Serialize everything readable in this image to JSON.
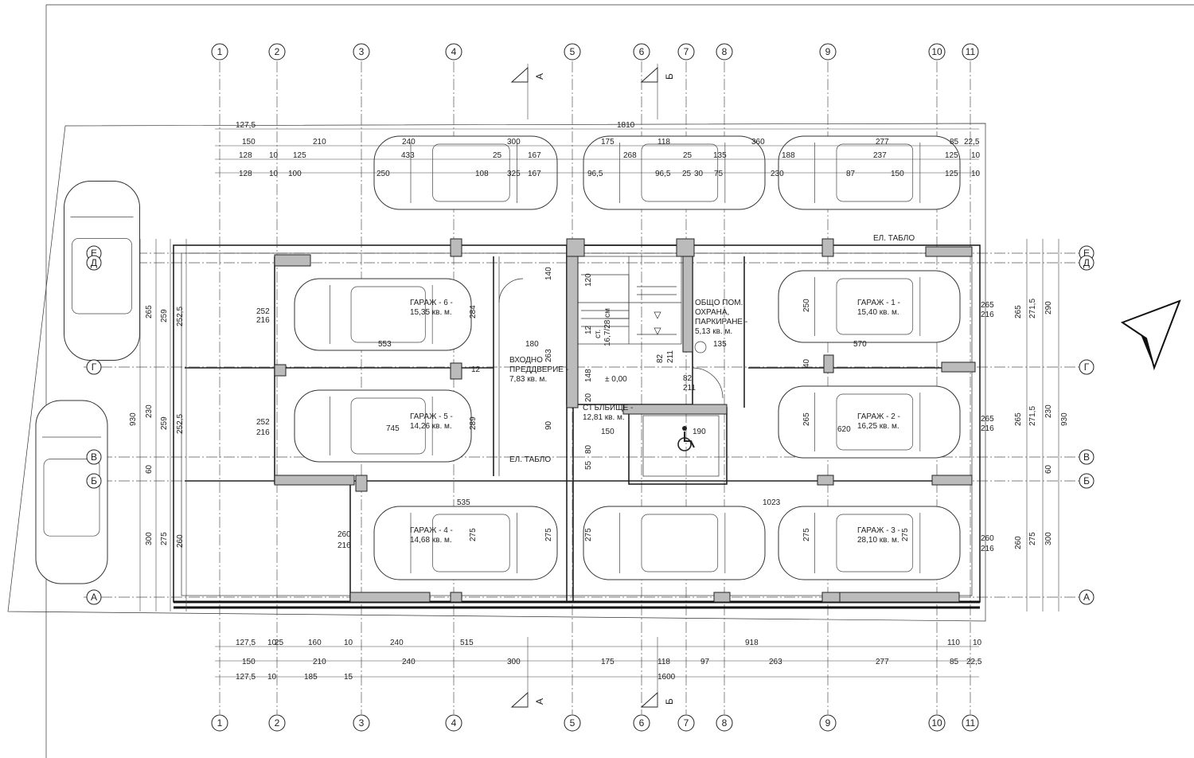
{
  "grid_columns": [
    "1",
    "2",
    "3",
    "4",
    "5",
    "6",
    "7",
    "8",
    "9",
    "10",
    "11"
  ],
  "grid_rows": [
    "Е",
    "Д",
    "Г",
    "В",
    "Б",
    "А"
  ],
  "section_marks": {
    "a": "А",
    "b": "Б"
  },
  "rooms": {
    "garage6": {
      "name": "ГАРАЖ - 6 -",
      "area": "15,35 кв. м."
    },
    "garage5": {
      "name": "ГАРАЖ - 5 -",
      "area": "14,26 кв. м."
    },
    "garage4": {
      "name": "ГАРАЖ - 4 -",
      "area": "14,68 кв. м."
    },
    "garage3": {
      "name": "ГАРАЖ - 3 -",
      "area": "28,10 кв. м."
    },
    "garage2": {
      "name": "ГАРАЖ - 2 -",
      "area": "16,25 кв. м."
    },
    "garage1": {
      "name": "ГАРАЖ - 1 -",
      "area": "15,40 кв. м."
    },
    "entrance": {
      "l1": "ВХОДНО",
      "l2": "ПРЕДДВЕРИЕ -",
      "area": "7,83 кв. м."
    },
    "common": {
      "l1": "ОБЩО ПОМ.",
      "l2": "ОХРАНА,",
      "l3": "ПАРКИРАНЕ -",
      "area": "5,13 кв. м."
    },
    "stairs": {
      "name": "СТЪЛБИЩЕ -",
      "area": "12,81 кв. м."
    },
    "stair_steps": {
      "l1": "12",
      "l2": "ст.",
      "l3": "16,7/28 см"
    },
    "el_panel_top": "ЕЛ. ТАБЛО",
    "el_panel_bottom": "ЕЛ. ТАБЛО",
    "level": "± 0,00"
  },
  "dims_top": {
    "row1": [
      "127,5",
      "1810"
    ],
    "row2": [
      "150",
      "210",
      "240",
      "300",
      "175",
      "118",
      "360",
      "277",
      "85",
      "22,5"
    ],
    "row3": [
      "128",
      "10",
      "125",
      "433",
      "25",
      "167",
      "268",
      "25",
      "135",
      "188",
      "237",
      "125",
      "10"
    ],
    "row4": [
      "128",
      "10",
      "100",
      "250",
      "108",
      "325",
      "167",
      "96,5",
      "96,5",
      "25",
      "30",
      "75",
      "230",
      "87",
      "150",
      "125",
      "10"
    ]
  },
  "dims_bottom": {
    "row1": [
      "127,5",
      "10",
      "25",
      "160",
      "10",
      "240",
      "515",
      "918",
      "110",
      "10"
    ],
    "row2": [
      "150",
      "210",
      "240",
      "300",
      "175",
      "118",
      "97",
      "263",
      "277",
      "85",
      "22,5"
    ],
    "row3": [
      "127,5",
      "10",
      "185",
      "15",
      "1600"
    ]
  },
  "dims_left": {
    "outer": [
      "930"
    ],
    "mid": [
      "265",
      "230",
      "60",
      "300"
    ],
    "inner": [
      "259",
      "259",
      "275"
    ],
    "inner2": [
      "252,5",
      "252,5",
      "260"
    ]
  },
  "dims_right": {
    "outer": [
      "930"
    ],
    "mid": [
      "290",
      "230",
      "60",
      "300"
    ],
    "inner": [
      "271,5",
      "271,5",
      "275"
    ],
    "inner2": [
      "265",
      "265",
      "260"
    ]
  },
  "interior_dims": [
    "252",
    "216",
    "553",
    "252",
    "216",
    "745",
    "260",
    "216",
    "535",
    "1023",
    "260",
    "216",
    "265",
    "216",
    "620",
    "265",
    "216",
    "570",
    "180",
    "140",
    "263",
    "148",
    "150",
    "190",
    "82",
    "211",
    "82",
    "211",
    "284",
    "289",
    "250",
    "265",
    "275",
    "275",
    "275",
    "275",
    "275",
    "20",
    "80",
    "55",
    "90",
    "120",
    "12",
    "40",
    "135"
  ],
  "north_arrow": "north-arrow"
}
